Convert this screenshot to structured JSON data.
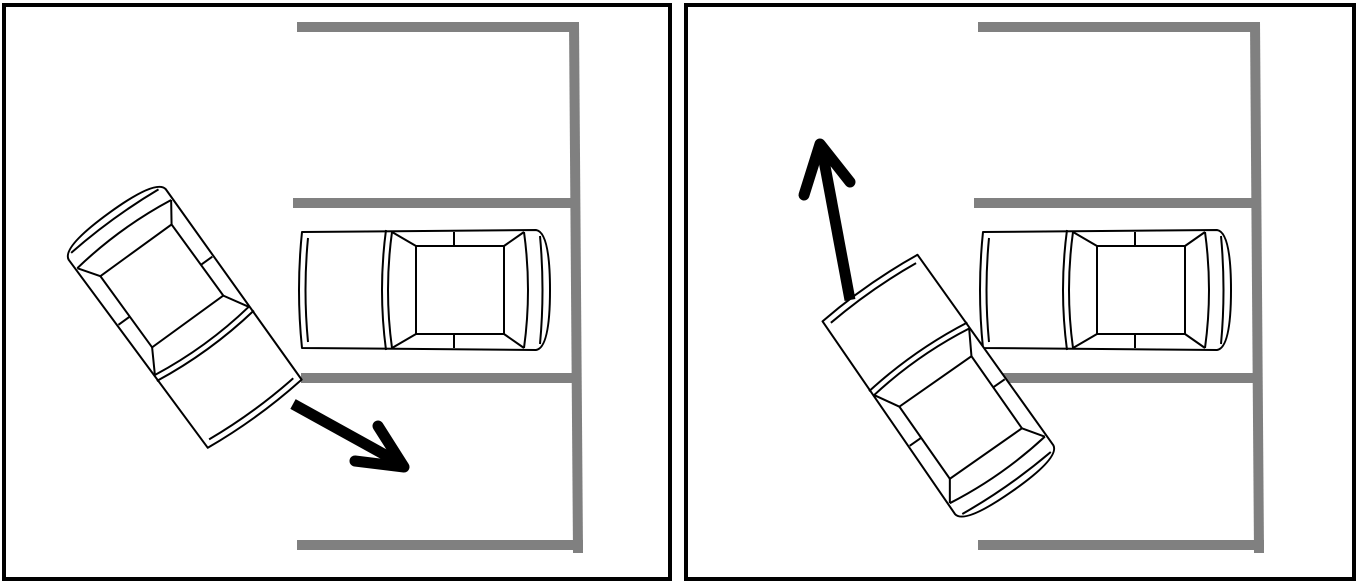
{
  "panels": [
    {
      "id": "left",
      "scenario": "pulling-out-reverse",
      "arrow_direction": "down-right"
    },
    {
      "id": "right",
      "scenario": "pulling-out-forward",
      "arrow_direction": "up"
    }
  ],
  "colors": {
    "panel_border": "#000000",
    "parking_lines": "#808080",
    "car_outline": "#000000",
    "car_fill": "#ffffff",
    "arrow": "#000000",
    "background": "#ffffff"
  },
  "icons": {
    "moving_car": "car-top-view-icon",
    "parked_car": "car-top-view-icon",
    "direction": "arrow-icon"
  }
}
